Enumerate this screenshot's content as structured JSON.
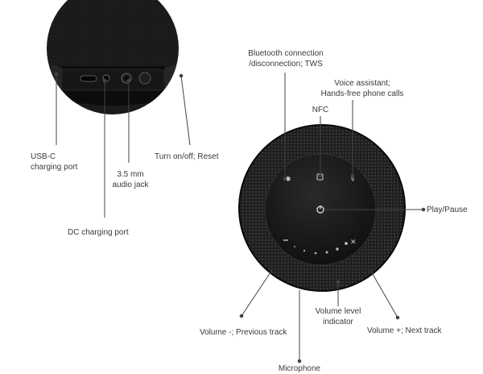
{
  "labels": {
    "usb_c": "USB-C\ncharging port",
    "audio_jack": "3.5 mm\naudio jack",
    "dc_port": "DC charging port",
    "power": "Turn on/off; Reset",
    "bluetooth": "Bluetooth connection\n/disconnection; TWS",
    "voice": "Voice assistant;\nHands-free phone calls",
    "nfc": "NFC",
    "play_pause": "Play/Pause",
    "volume_minus": "Volume -; Previous track",
    "volume_level": "Volume level\nindicator",
    "volume_plus": "Volume +; Next track",
    "microphone": "Microphone"
  },
  "icons": {
    "bluetooth": "bluetooth-icon",
    "nfc": "nfc-icon",
    "mic": "microphone-icon",
    "power": "power-icon",
    "minus": "minus-icon",
    "plus": "plus-icon"
  },
  "colors": {
    "speaker_body": "#141414",
    "top_panel": "#1a1a1a",
    "leader_line": "#444444",
    "inset_bg": "#dedede"
  }
}
